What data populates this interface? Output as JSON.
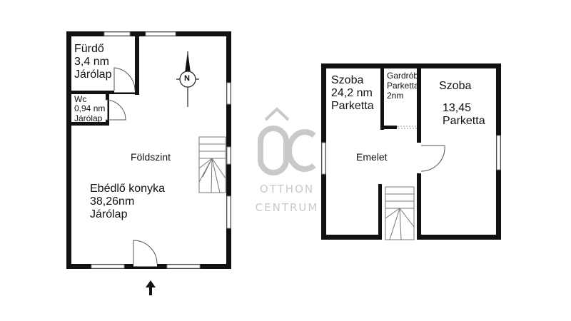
{
  "ground_floor": {
    "label": "Földszint",
    "rooms": [
      {
        "name": "Fürdő",
        "area": "3,4 nm",
        "floor": "Járólap"
      },
      {
        "name": "Wc",
        "area": "0,94 nm",
        "floor": "Járólap"
      },
      {
        "name": "Ebédlő konyka",
        "area": "38,26nm",
        "floor": "Járólap"
      }
    ]
  },
  "upper_floor": {
    "label": "Emelet",
    "rooms": [
      {
        "name": "Szoba",
        "area": "24,2 nm",
        "floor": "Parketta"
      },
      {
        "name": "Gardrób",
        "area": "2nm",
        "floor": "Parketta"
      },
      {
        "name": "Szoba",
        "area": "13,45",
        "floor": "Parketta"
      }
    ]
  },
  "compass": {
    "label": "N"
  },
  "watermark": {
    "monogram": "ÔC",
    "line1": "OTTHON",
    "line2": "CENTRUM"
  },
  "colors": {
    "wall": "#111111",
    "watermark": "#c9c9c9"
  }
}
